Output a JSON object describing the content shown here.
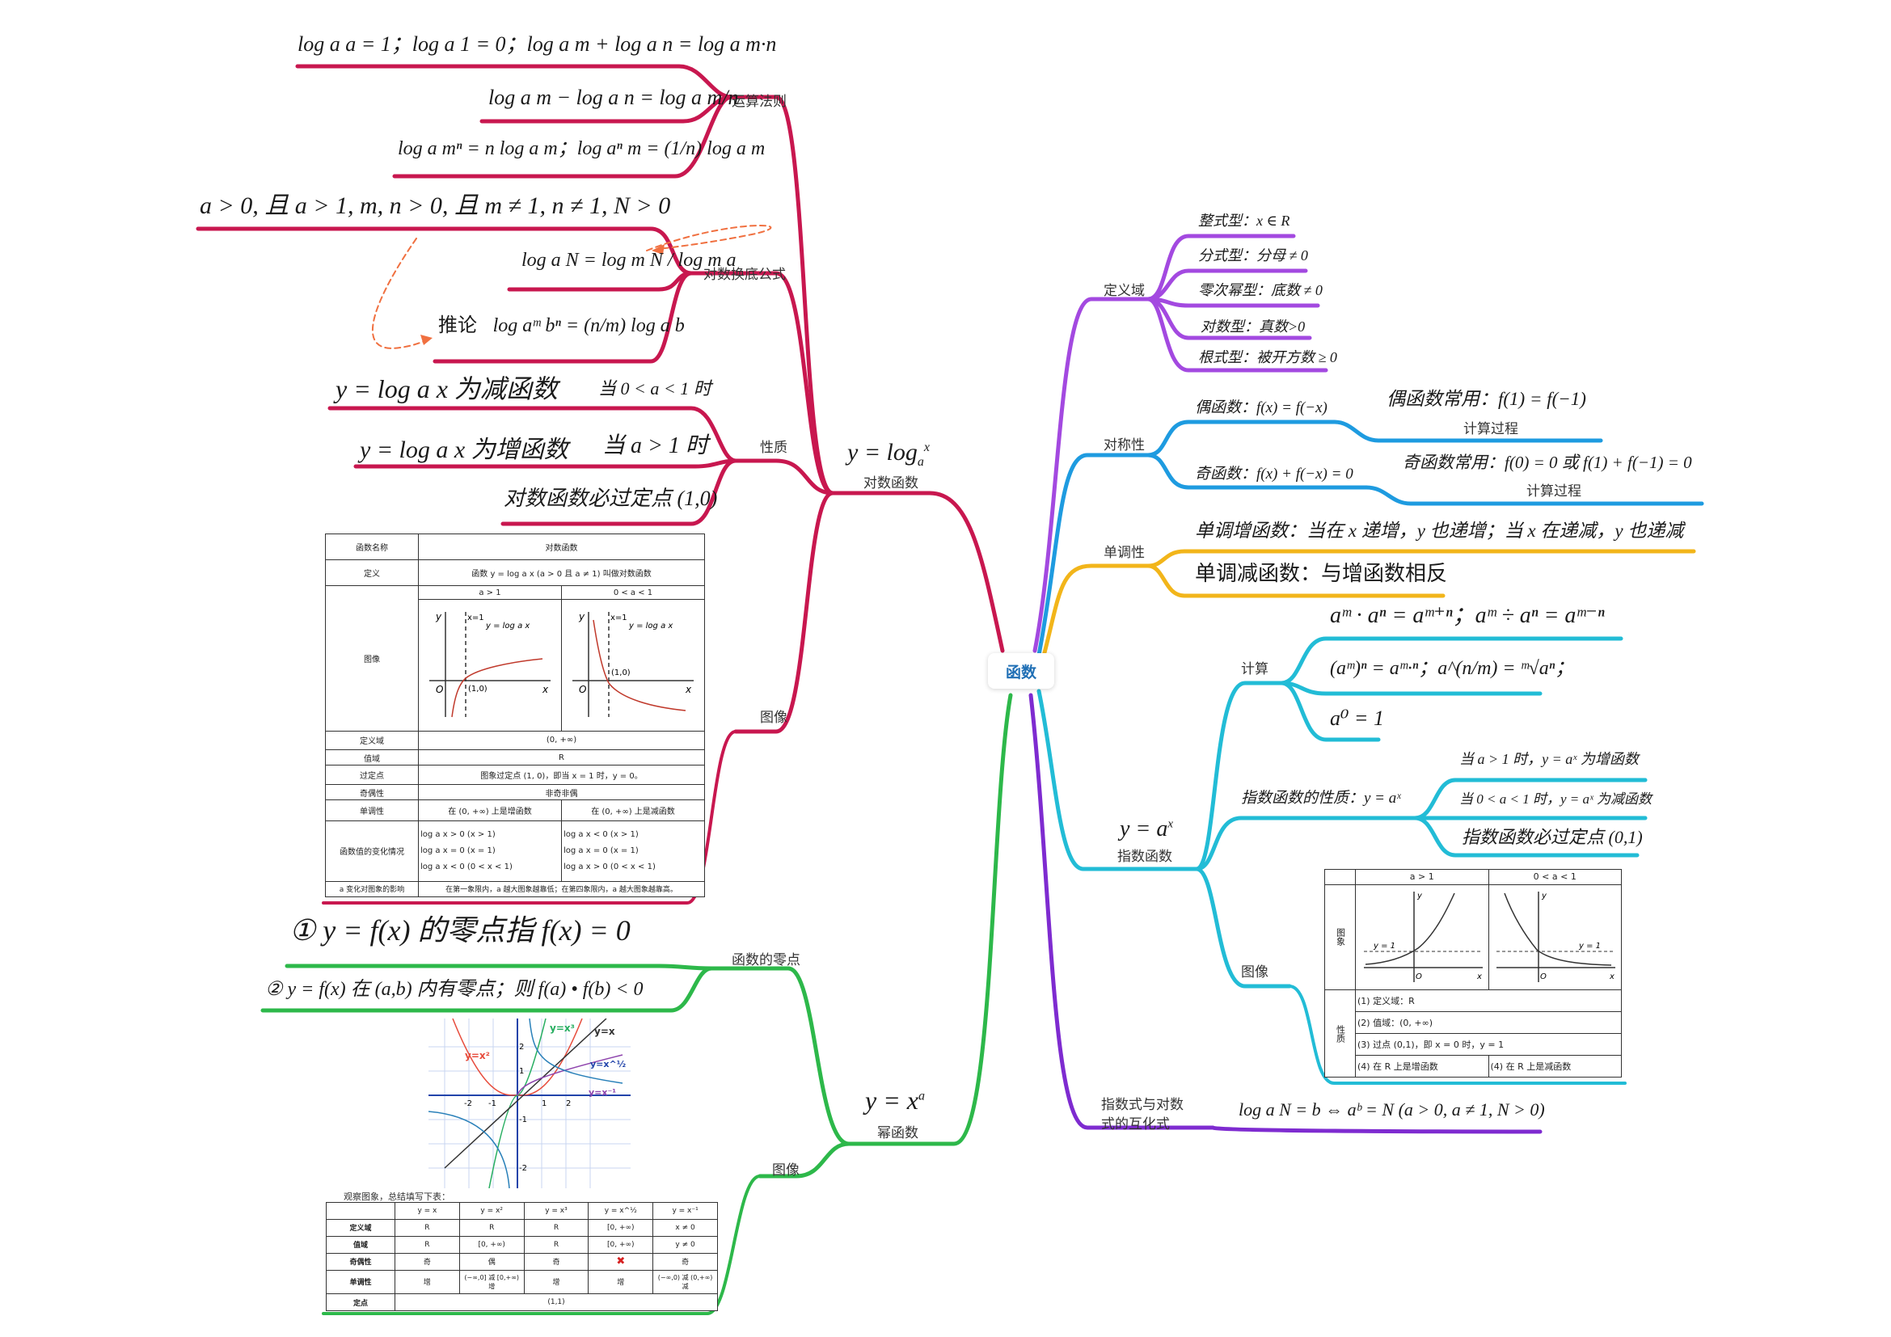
{
  "root": "函数",
  "colors": {
    "log": "#c8174f",
    "domain": "#a349e0",
    "sym": "#1e9be0",
    "mono": "#f2b51a",
    "exp": "#22bcd6",
    "conv": "#7e2bd0",
    "zero": "#2db84a"
  },
  "log": {
    "title_formula": "y = log",
    "title_sub": "a",
    "title_sup": "x",
    "title_label": "对数函数",
    "ops_label": "运算法则",
    "op1": "log a a = 1；log a 1 = 0；log a m + log a n = log a m·n",
    "op2": "log a m − log a n = log a m/n",
    "op3": "log a mⁿ = n log a m；log aⁿ m = (1/n) log a m",
    "change_label": "对数换底公式",
    "cond": "a > 0, 且 a > 1, m, n > 0, 且 m ≠ 1, n ≠ 1, N > 0",
    "change_formula": "log a N = log m N / log m a",
    "corollary_prefix": "推论",
    "corollary": "log aᵐ bⁿ = (n/m) log a b",
    "prop_label": "性质",
    "prop1": "y = log a x 为减函数",
    "prop1_cond": "当 0 < a < 1 时",
    "prop2": "y = log a x 为增函数",
    "prop2_cond": "当 a > 1 时",
    "prop3": "对数函数必过定点 (1,0)",
    "img_label": "图像",
    "table": {
      "h_name": "函数名称",
      "name": "对数函数",
      "h_def": "定义",
      "def": "函数 y = log a x (a > 0 且 a ≠ 1) 叫做对数函数",
      "col1": "a > 1",
      "col2": "0 < a < 1",
      "h_img": "图像",
      "g1_x1": "x=1",
      "g1_fn": "y = log a x",
      "g1_pt": "(1,0)",
      "g2_x1": "x=1",
      "g2_fn": "y = log a x",
      "g2_pt": "(1,0)",
      "ax_x": "x",
      "ax_y": "y",
      "ax_o": "O",
      "h_dom": "定义域",
      "dom": "(0, +∞)",
      "h_ran": "值域",
      "ran": "R",
      "h_pt": "过定点",
      "pt": "图象过定点 (1, 0)，即当 x = 1 时，y = 0。",
      "h_par": "奇偶性",
      "par": "非奇非偶",
      "h_mono": "单调性",
      "mono1": "在 (0, +∞) 上是增函数",
      "mono2": "在 (0, +∞) 上是减函数",
      "h_var": "函数值的变化情况",
      "v1a": "log a x > 0 (x > 1)",
      "v1b": "log a x = 0 (x = 1)",
      "v1c": "log a x < 0 (0 < x < 1)",
      "v2a": "log a x < 0 (x > 1)",
      "v2b": "log a x = 0 (x = 1)",
      "v2c": "log a x > 0 (0 < x < 1)",
      "h_eff": "a 变化对图象的影响",
      "eff": "在第一象限内，a 越大图象越靠低；在第四象限内，a 越大图象越靠高。"
    }
  },
  "domain": {
    "label": "定义域",
    "items": [
      "整式型：x ∈ R",
      "分式型：分母 ≠ 0",
      "零次幂型：底数 ≠ 0",
      "对数型：真数>0",
      "根式型：被开方数 ≥ 0"
    ]
  },
  "sym": {
    "label": "对称性",
    "even": "偶函数：f(x) = f(−x)",
    "even_common": "偶函数常用：f(1) = f(−1)",
    "even_proc": "计算过程",
    "odd": "奇函数：f(x) + f(−x) = 0",
    "odd_common": "奇函数常用：f(0) = 0 或 f(1) + f(−1) = 0",
    "odd_proc": "计算过程"
  },
  "mono": {
    "label": "单调性",
    "inc": "单调增函数：当在 x 递增，y 也递增；当 x 在递减，y 也递减",
    "dec": "单调减函数：与增函数相反"
  },
  "exp": {
    "title_formula": "y = a",
    "title_sup": "x",
    "title_label": "指数函数",
    "calc_label": "计算",
    "calc1": "aᵐ · aⁿ = aᵐ⁺ⁿ；aᵐ ÷ aⁿ = aᵐ⁻ⁿ",
    "calc2": "(aᵐ)ⁿ = aᵐ·ⁿ；a^(n/m) = ᵐ√aⁿ；",
    "calc3": "a⁰ = 1",
    "prop_label": "指数函数的性质：y = aˣ",
    "prop1": "当 a > 1 时，y = aˣ 为增函数",
    "prop2": "当 0 < a < 1 时，y = aˣ 为减函数",
    "prop3": "指数函数必过定点 (0,1)",
    "img_label": "图像",
    "table": {
      "col1": "a > 1",
      "col2": "0 < a < 1",
      "h_img": "图象",
      "h_prop": "性质",
      "y1": "y = 1",
      "y2": "y = 1",
      "ax_x": "x",
      "ax_y": "y",
      "ax_o": "O",
      "r1": "(1) 定义域：R",
      "r2": "(2) 值域：(0, +∞)",
      "r3": "(3) 过点 (0,1)，即 x = 0 时，y = 1",
      "r4a": "(4) 在 R 上是增函数",
      "r4b": "(4) 在 R 上是减函数"
    }
  },
  "conv": {
    "label_line1": "指数式与对数",
    "label_line2": "式的互化式",
    "formula": "log a N = b ⇔ aᵇ = N (a > 0, a ≠ 1, N > 0)"
  },
  "zero": {
    "label": "函数的零点",
    "z1": "① y = f(x) 的零点指 f(x) = 0",
    "z2": "② y = f(x) 在 (a,b) 内有零点；则 f(a) • f(b) < 0"
  },
  "power": {
    "title_formula": "y = x",
    "title_sup": "a",
    "title_label": "幂函数",
    "img_label": "图像",
    "graph": {
      "l1": "y=x³",
      "l2": "y=x²",
      "l3": "y=x",
      "l4": "y=x^½",
      "l5": "y=x⁻¹",
      "t_2": "2",
      "t_1": "1",
      "t_m1": "-1",
      "t_m2": "-2",
      "tx_m2": "-2",
      "tx_m1": "-1",
      "tx_1": "1",
      "tx_2": "2"
    },
    "caption": "观察图象，总结填写下表：",
    "table": {
      "cols": [
        "y = x",
        "y = x²",
        "y = x³",
        "y = x^½",
        "y = x⁻¹"
      ],
      "rows": [
        {
          "h": "定义域",
          "v": [
            "R",
            "R",
            "R",
            "[0, +∞)",
            "x ≠ 0"
          ]
        },
        {
          "h": "值域",
          "v": [
            "R",
            "[0, +∞)",
            "R",
            "[0, +∞)",
            "y ≠ 0"
          ]
        },
        {
          "h": "奇偶性",
          "v": [
            "奇",
            "偶",
            "奇",
            "✖",
            "奇"
          ]
        },
        {
          "h": "单调性",
          "v": [
            "增",
            "(−∞,0] 减 [0,+∞) 增",
            "增",
            "增",
            "(−∞,0) 减 (0,+∞) 减"
          ]
        }
      ],
      "h_fix": "定点",
      "fix": "(1,1)"
    }
  }
}
